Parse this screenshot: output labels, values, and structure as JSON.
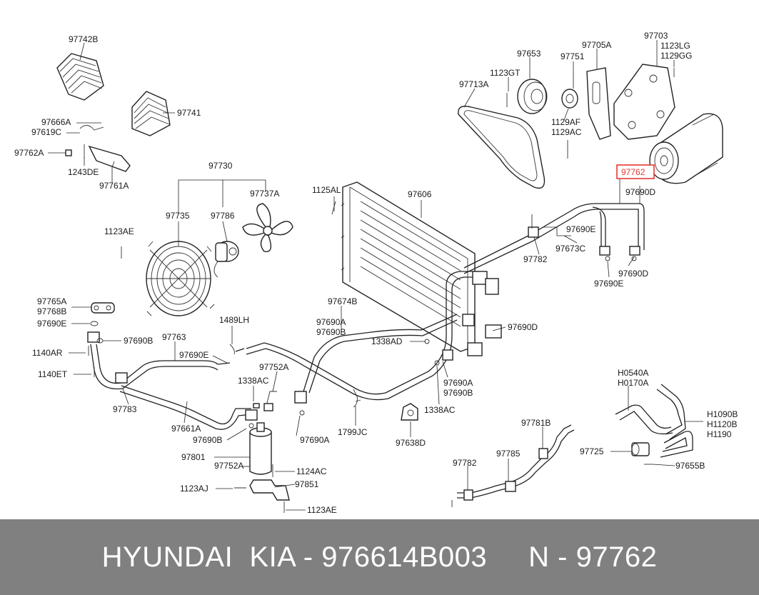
{
  "diagram": {
    "labels": [
      {
        "id": "97742B",
        "text": "97742B"
      },
      {
        "id": "97741",
        "text": "97741"
      },
      {
        "id": "97666A",
        "text": "97666A"
      },
      {
        "id": "97619C",
        "text": "97619C"
      },
      {
        "id": "97762A",
        "text": "97762A"
      },
      {
        "id": "1243DE",
        "text": "1243DE"
      },
      {
        "id": "97761A",
        "text": "97761A"
      },
      {
        "id": "97730",
        "text": "97730"
      },
      {
        "id": "97735",
        "text": "97735"
      },
      {
        "id": "97786",
        "text": "97786"
      },
      {
        "id": "97737A",
        "text": "97737A"
      },
      {
        "id": "1123AE_a",
        "text": "1123AE"
      },
      {
        "id": "97765A",
        "text": "97765A"
      },
      {
        "id": "97768B",
        "text": "97768B"
      },
      {
        "id": "97690E_a",
        "text": "97690E"
      },
      {
        "id": "97690B_a",
        "text": "97690B"
      },
      {
        "id": "97763",
        "text": "97763"
      },
      {
        "id": "1140AR",
        "text": "1140AR"
      },
      {
        "id": "97690E_b",
        "text": "97690E"
      },
      {
        "id": "1140ET",
        "text": "1140ET"
      },
      {
        "id": "97783",
        "text": "97783"
      },
      {
        "id": "97661A",
        "text": "97661A"
      },
      {
        "id": "1489LH",
        "text": "1489LH"
      },
      {
        "id": "97752A_a",
        "text": "97752A"
      },
      {
        "id": "1338AC_a",
        "text": "1338AC"
      },
      {
        "id": "97690B_b",
        "text": "97690B"
      },
      {
        "id": "97690A_a",
        "text": "97690A"
      },
      {
        "id": "97801",
        "text": "97801"
      },
      {
        "id": "97752A_b",
        "text": "97752A"
      },
      {
        "id": "1124AC",
        "text": "1124AC"
      },
      {
        "id": "97851",
        "text": "97851"
      },
      {
        "id": "1123AJ",
        "text": "1123AJ"
      },
      {
        "id": "1123AE_b",
        "text": "1123AE"
      },
      {
        "id": "1125AL",
        "text": "1125AL"
      },
      {
        "id": "97606",
        "text": "97606"
      },
      {
        "id": "97674B",
        "text": "97674B"
      },
      {
        "id": "97690A_b",
        "text": "97690A"
      },
      {
        "id": "97690B_c",
        "text": "97690B"
      },
      {
        "id": "1338AD",
        "text": "1338AD"
      },
      {
        "id": "97690A_c",
        "text": "97690A"
      },
      {
        "id": "97690B_d",
        "text": "97690B"
      },
      {
        "id": "1338AC_b",
        "text": "1338AC"
      },
      {
        "id": "1799JC",
        "text": "1799JC"
      },
      {
        "id": "97638D",
        "text": "97638D"
      },
      {
        "id": "97690D_a",
        "text": "97690D"
      },
      {
        "id": "97713A",
        "text": "97713A"
      },
      {
        "id": "1123GT",
        "text": "1123GT"
      },
      {
        "id": "97653",
        "text": "97653"
      },
      {
        "id": "97751",
        "text": "97751"
      },
      {
        "id": "97705A",
        "text": "97705A"
      },
      {
        "id": "1129AF",
        "text": "1129AF"
      },
      {
        "id": "1129AC",
        "text": "1129AC"
      },
      {
        "id": "97703",
        "text": "97703"
      },
      {
        "id": "1123LG",
        "text": "1123LG"
      },
      {
        "id": "1129GG",
        "text": "1129GG"
      },
      {
        "id": "97762",
        "text": "97762"
      },
      {
        "id": "97690D_b",
        "text": "97690D"
      },
      {
        "id": "97690E_c",
        "text": "97690E"
      },
      {
        "id": "97673C",
        "text": "97673C"
      },
      {
        "id": "97782_a",
        "text": "97782"
      },
      {
        "id": "97690D_c",
        "text": "97690D"
      },
      {
        "id": "97690E_d",
        "text": "97690E"
      },
      {
        "id": "H0540A",
        "text": "H0540A"
      },
      {
        "id": "H0170A",
        "text": "H0170A"
      },
      {
        "id": "H1090B",
        "text": "H1090B"
      },
      {
        "id": "H1120B",
        "text": "H1120B"
      },
      {
        "id": "H1190",
        "text": "H1190"
      },
      {
        "id": "97725",
        "text": "97725"
      },
      {
        "id": "97655B",
        "text": "97655B"
      },
      {
        "id": "97781B",
        "text": "97781B"
      },
      {
        "id": "97785",
        "text": "97785"
      },
      {
        "id": "97782_b",
        "text": "97782"
      }
    ],
    "highlight_color": "#e53935"
  },
  "footer": {
    "text": "HYUNDAI  KIA - 976614B003     N - 97762",
    "background": "#808080"
  }
}
